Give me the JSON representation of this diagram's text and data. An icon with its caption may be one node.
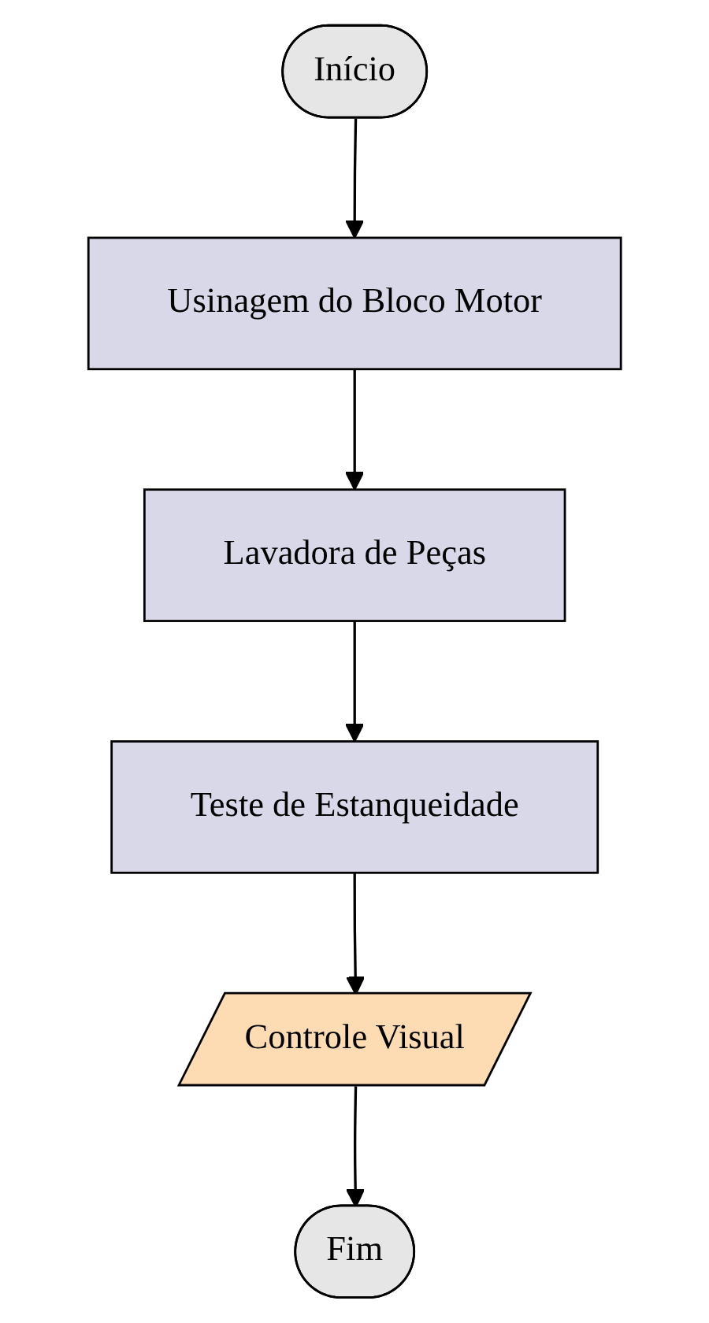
{
  "diagram": {
    "nodes": [
      {
        "text": [
          "Início"
        ]
      },
      {
        "text": [
          "Usinagem do Bloco Motor"
        ]
      },
      {
        "text": [
          "Lavadora de Peças"
        ]
      },
      {
        "text": [
          "Teste de Estanqueidade"
        ]
      },
      {
        "text": [
          "Controle Visual"
        ]
      },
      {
        "text": [
          "Fim"
        ]
      }
    ],
    "edges": [
      {
        "from": 0,
        "to": 1,
        "arrow": "to"
      },
      {
        "from": 1,
        "to": 2,
        "arrow": "to"
      },
      {
        "from": 2,
        "to": 3,
        "arrow": "to"
      },
      {
        "from": 3,
        "to": 4,
        "arrow": "to"
      },
      {
        "from": 4,
        "to": 5,
        "arrow": "to"
      }
    ]
  }
}
